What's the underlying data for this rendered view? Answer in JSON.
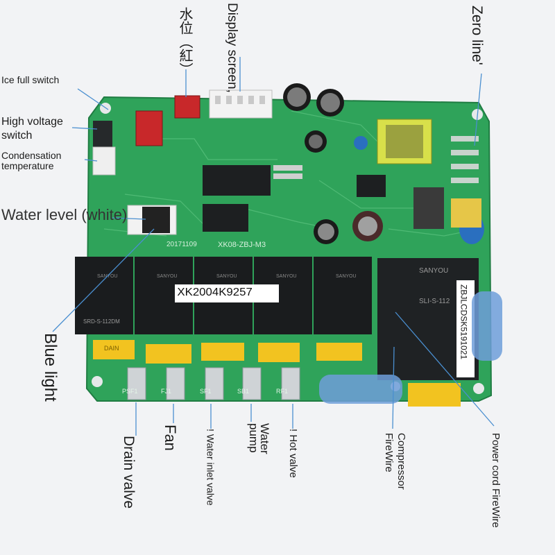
{
  "labels": {
    "water_level_red_cn": "水位（紅）",
    "display_screen": "Display screen,",
    "zero_line": "Zero line'",
    "ice_full_switch": "Ice full switch",
    "high_voltage_switch_line1": "High voltage",
    "high_voltage_switch_line2": "switch",
    "condensation_temperature_line1": "Condensation",
    "condensation_temperature_line2": "temperature",
    "water_level_white": "Water level (white)",
    "blue_light": "Blue light",
    "drain_valve": "Drain valve",
    "fan": "Fan",
    "water_inlet_valve": "! Water inlet valve",
    "water_pump_line1": "Water",
    "water_pump_line2": "pump",
    "hot_valve": "! Hot valve",
    "compressor_firewire_line1": "Compressor",
    "compressor_firewire_line2": "FireWire",
    "power_cord_firewire": "Power cord FireWire"
  },
  "board": {
    "model_text": "XK08-ZBJ-M3",
    "date_text": "20171109",
    "relay_brand": "SANYOU",
    "relay_model": "SRD-S-112DM",
    "big_relay_model": "SLI-S-112",
    "label_sticker": "XK2004K9257",
    "side_sticker": "ZBJLCDSK5191021",
    "fuse_brand": "DAIN",
    "terminal_labels": [
      "PSF1",
      "FJ1",
      "SF1",
      "SB1",
      "RF1"
    ],
    "big_relay_brand": "SANYOU"
  },
  "colors": {
    "pcb_green": "#2fa35a",
    "pcb_dark": "#1f7c42",
    "relay_black": "#1a1c1e",
    "fuse_yellow": "#f2c320",
    "line_blue": "#4a8fd0"
  }
}
